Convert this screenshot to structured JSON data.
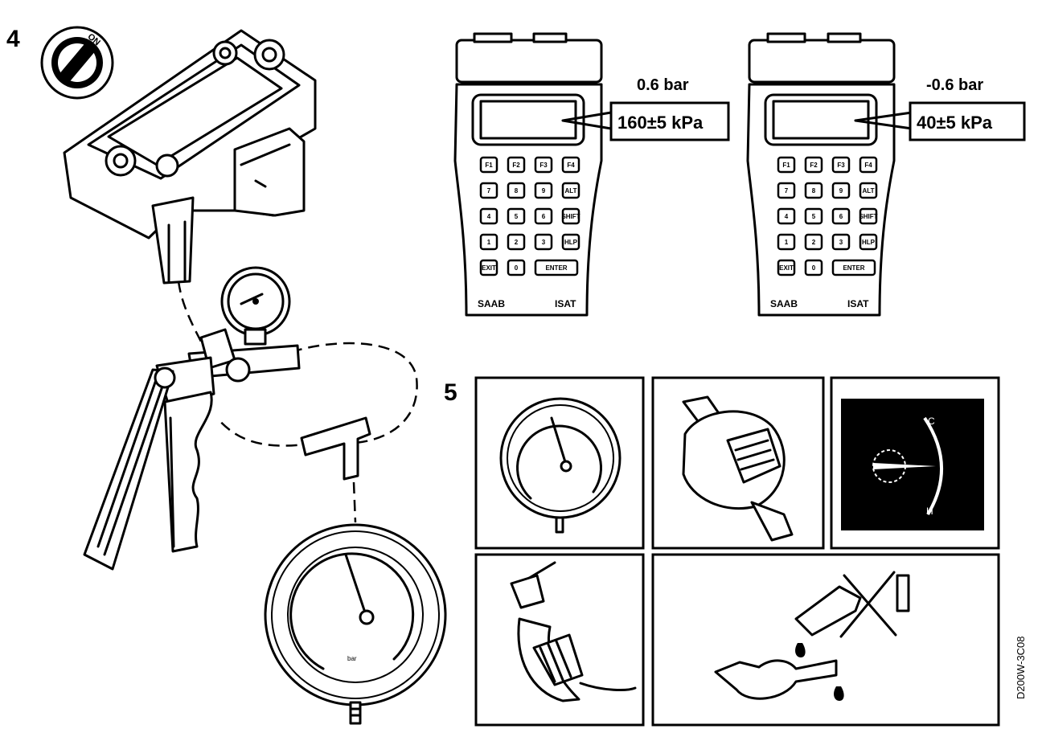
{
  "figure": {
    "step4_number": "4",
    "step5_number": "5",
    "ignition_position_text": "ON",
    "scanner_left": {
      "brand": "SAAB",
      "model": "ISAT",
      "reading_bar": "0.6 bar",
      "reading_kpa": "160±5 kPa",
      "keys": [
        "F1",
        "F2",
        "F3",
        "F4",
        "7",
        "8",
        "9",
        "ALT",
        "4",
        "5",
        "6",
        "SHIFT",
        "1",
        "2",
        "3",
        "HLP",
        "EXIT",
        "0",
        "ENTER"
      ]
    },
    "scanner_right": {
      "brand": "SAAB",
      "model": "ISAT",
      "reading_bar": "-0.6 bar",
      "reading_kpa": "40±5 kPa",
      "keys": [
        "F1",
        "F2",
        "F3",
        "F4",
        "7",
        "8",
        "9",
        "ALT",
        "4",
        "5",
        "6",
        "SHIFT",
        "1",
        "2",
        "3",
        "HLP",
        "EXIT",
        "0",
        "ENTER"
      ]
    },
    "gauge_face_label": "bar",
    "temp_gauge_marks": [
      "C",
      "H"
    ],
    "document_code": "D200W-3C08"
  }
}
